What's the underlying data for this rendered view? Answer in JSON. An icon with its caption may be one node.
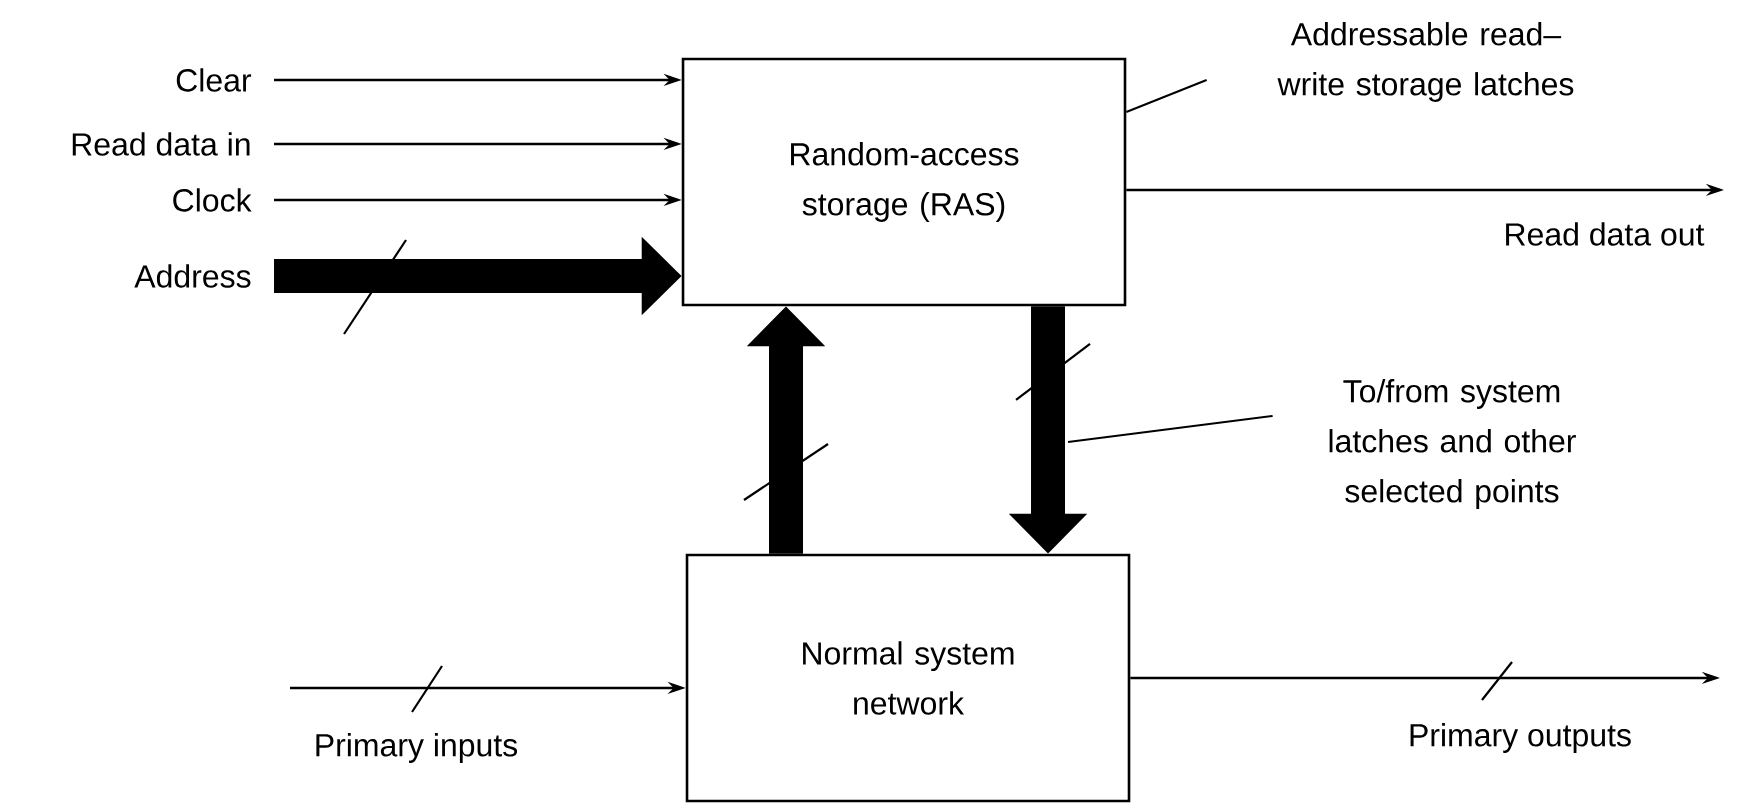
{
  "diagram": {
    "nodes": [
      {
        "text": [
          "Addressable read– write storage latches"
        ]
      },
      {
        "text": [
          "Clear"
        ]
      },
      {
        "text": [
          "Read data in"
        ]
      },
      {
        "text": [
          "Clock"
        ]
      },
      {
        "text": [
          "Address"
        ]
      },
      {
        "text": [
          "Random-access storage (RAS)"
        ]
      },
      {
        "text": [
          "To/from system latches and other selected points"
        ]
      },
      {
        "text": [
          "Normal system network"
        ]
      }
    ],
    "edges": [
      {
        "from": 1,
        "to": 5,
        "arrow": "to"
      },
      {
        "from": 2,
        "to": 5,
        "arrow": "to"
      },
      {
        "from": 3,
        "to": 5,
        "arrow": "to"
      },
      {
        "from": 4,
        "to": 5,
        "arrow": "to",
        "style": "thick"
      },
      {
        "from": 5,
        "to": null,
        "arrow": "to",
        "label": "Read data out"
      },
      {
        "from": 0,
        "to": 5,
        "arrow": "none"
      },
      {
        "from": 7,
        "to": 5,
        "arrow": "to",
        "style": "thick"
      },
      {
        "from": 5,
        "to": 7,
        "arrow": "to",
        "style": "thick"
      },
      {
        "from": 6,
        "to": null,
        "arrow": "none"
      },
      {
        "from": null,
        "to": 7,
        "arrow": "to",
        "label": "Primary inputs"
      },
      {
        "from": 7,
        "to": null,
        "arrow": "to",
        "label": "Primary outputs"
      }
    ]
  }
}
